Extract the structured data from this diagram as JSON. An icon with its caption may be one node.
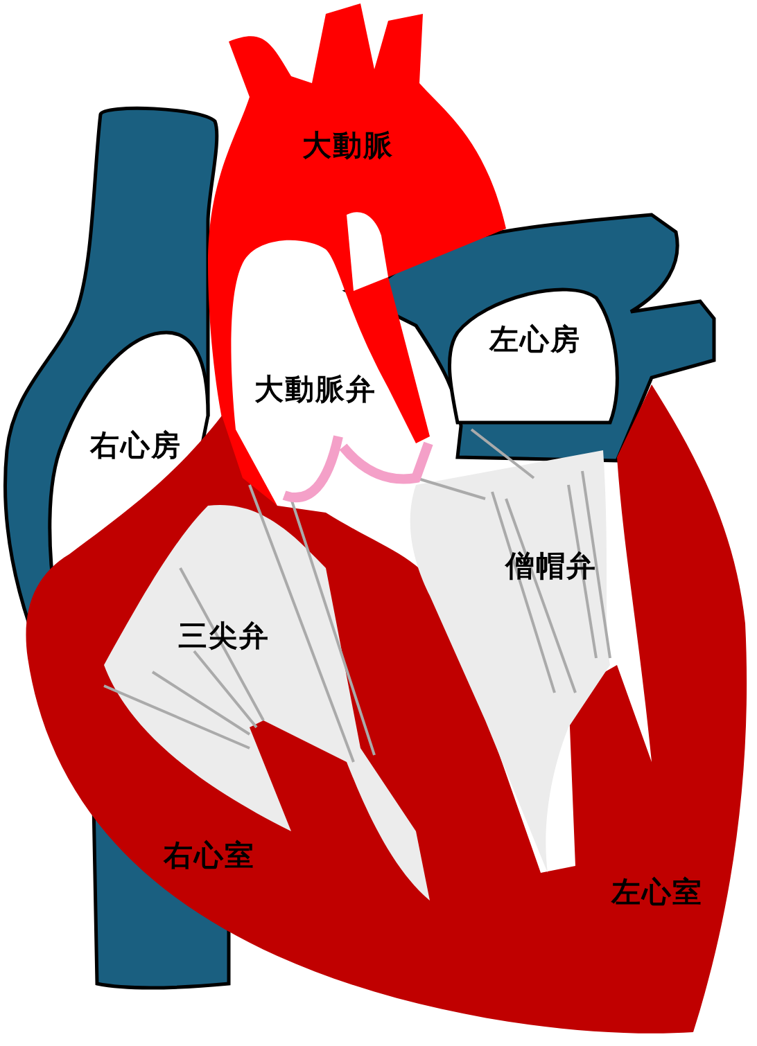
{
  "diagram": {
    "labels": [
      "大動脈",
      "左心房",
      "大動脈弁",
      "右心房",
      "僧帽弁",
      "三尖弁",
      "右心室",
      "左心室"
    ]
  }
}
